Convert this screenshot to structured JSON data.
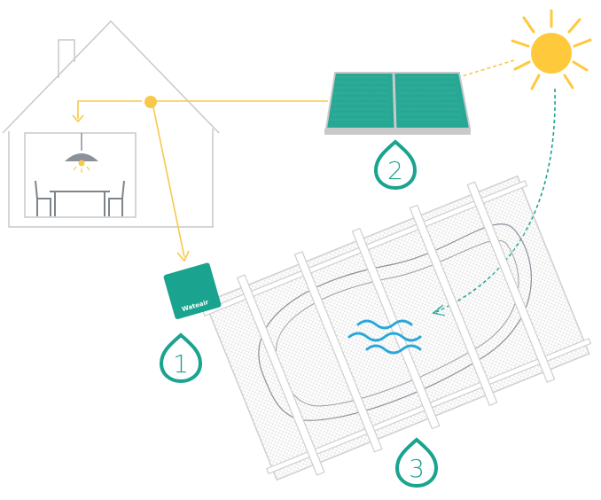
{
  "colors": {
    "outline": "#c9c9c9",
    "energy": "#f7c948",
    "teal": "#1aa38f",
    "panel": "#27a894",
    "water": "#2aa7d9",
    "sun": "#ffc93c",
    "lamp": "#8a9199",
    "furniture": "#7d858c"
  },
  "icons": {
    "sun": "sun-icon",
    "house": "house-icon",
    "lamp": "ceiling-lamp-icon",
    "controller": "controller-box-icon",
    "solar_panel": "solar-panel-icon",
    "pool": "pool-cover-icon",
    "water": "water-waves-icon",
    "step_badge": "droplet-badge-icon"
  },
  "controller": {
    "brand": "Wateair"
  },
  "steps": [
    {
      "number": "1"
    },
    {
      "number": "2"
    },
    {
      "number": "3"
    }
  ]
}
